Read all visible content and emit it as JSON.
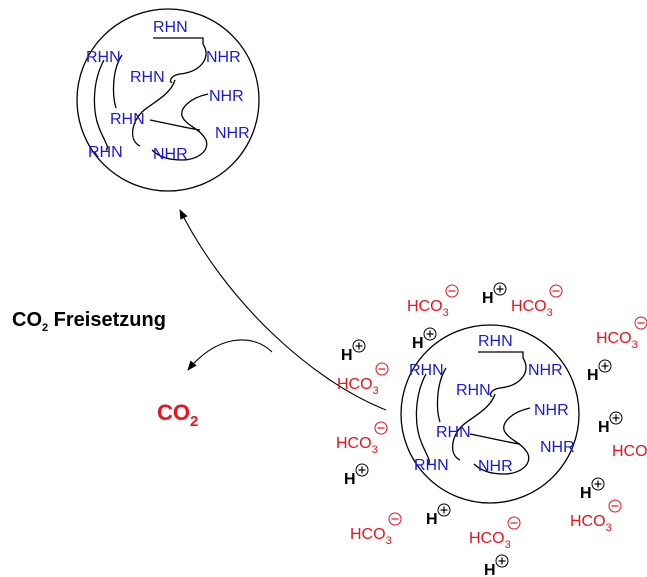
{
  "colors": {
    "amine": "#1a1ad6",
    "anion": "#e8141e",
    "proton": "#000000",
    "line": "#000000",
    "co2": "#e8141e"
  },
  "labels": {
    "release_main": "CO",
    "release_sub": "2",
    "release_word": " Freisetzung",
    "co2_main": "CO",
    "co2_sub": "2"
  },
  "amine_labels": {
    "rhn": "RHN",
    "nhr": "NHR"
  },
  "ions": {
    "bicarbonate_main": "HCO",
    "bicarbonate_sub": "3",
    "proton": "H",
    "minus": "−",
    "plus": "+"
  }
}
